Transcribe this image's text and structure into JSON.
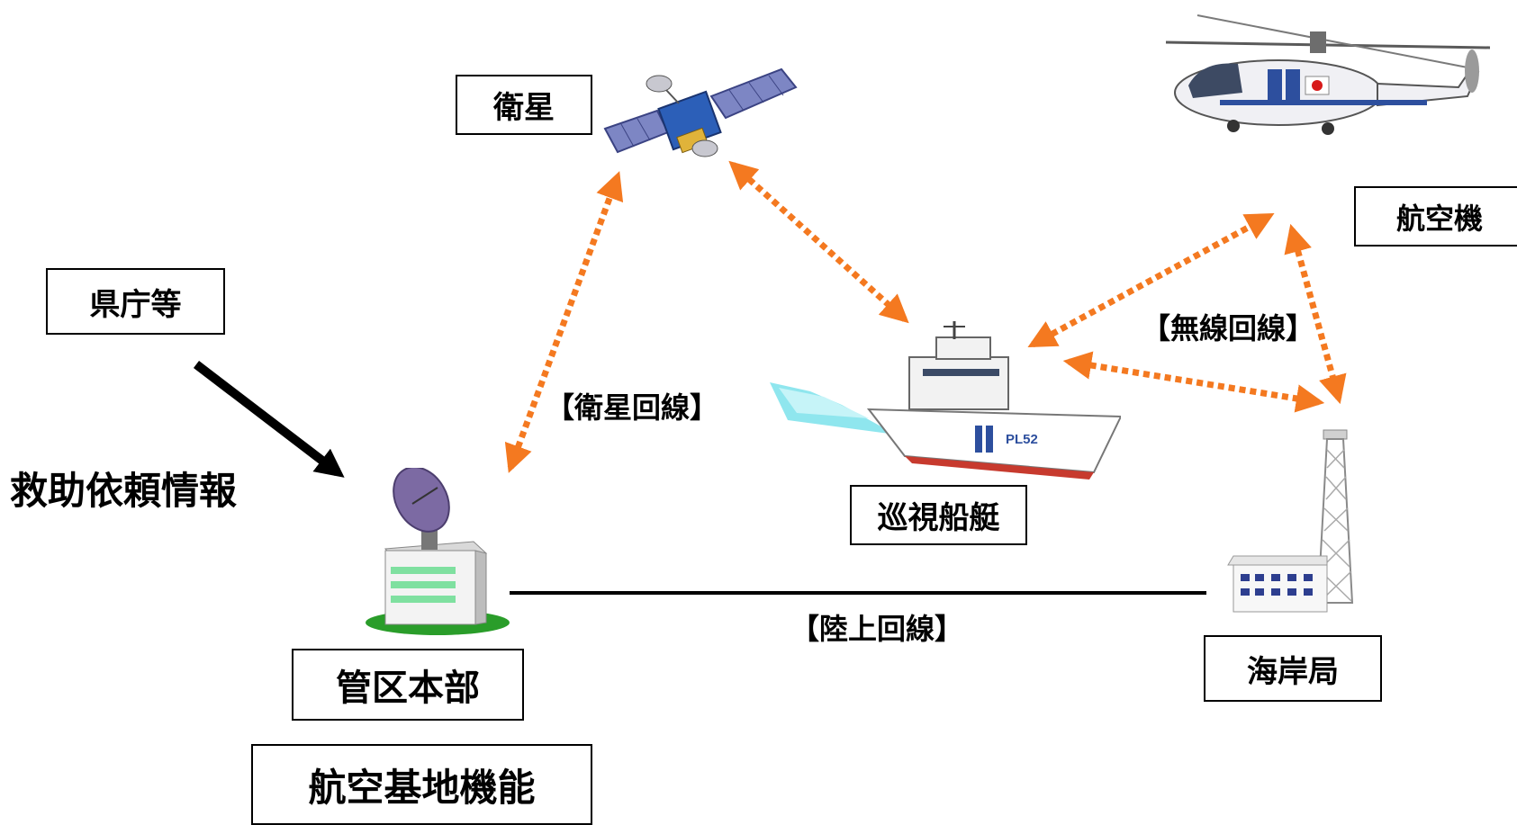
{
  "nodes": {
    "satellite": "衛星",
    "aircraft": "航空機",
    "prefecture": "県庁等",
    "patrol_vessel": "巡視船艇",
    "hq": "管区本部",
    "air_base": "航空基地機能",
    "coastal_station": "海岸局"
  },
  "links": {
    "satellite_line": "【衛星回線】",
    "radio_line": "【無線回線】",
    "land_line": "【陸上回線】",
    "rescue_info": "救助依頼情報"
  },
  "ship_hull_text": "PL52",
  "colors": {
    "link": "#f47920",
    "hq_band": "#7fe0a0",
    "ground": "#2a9d2a"
  }
}
